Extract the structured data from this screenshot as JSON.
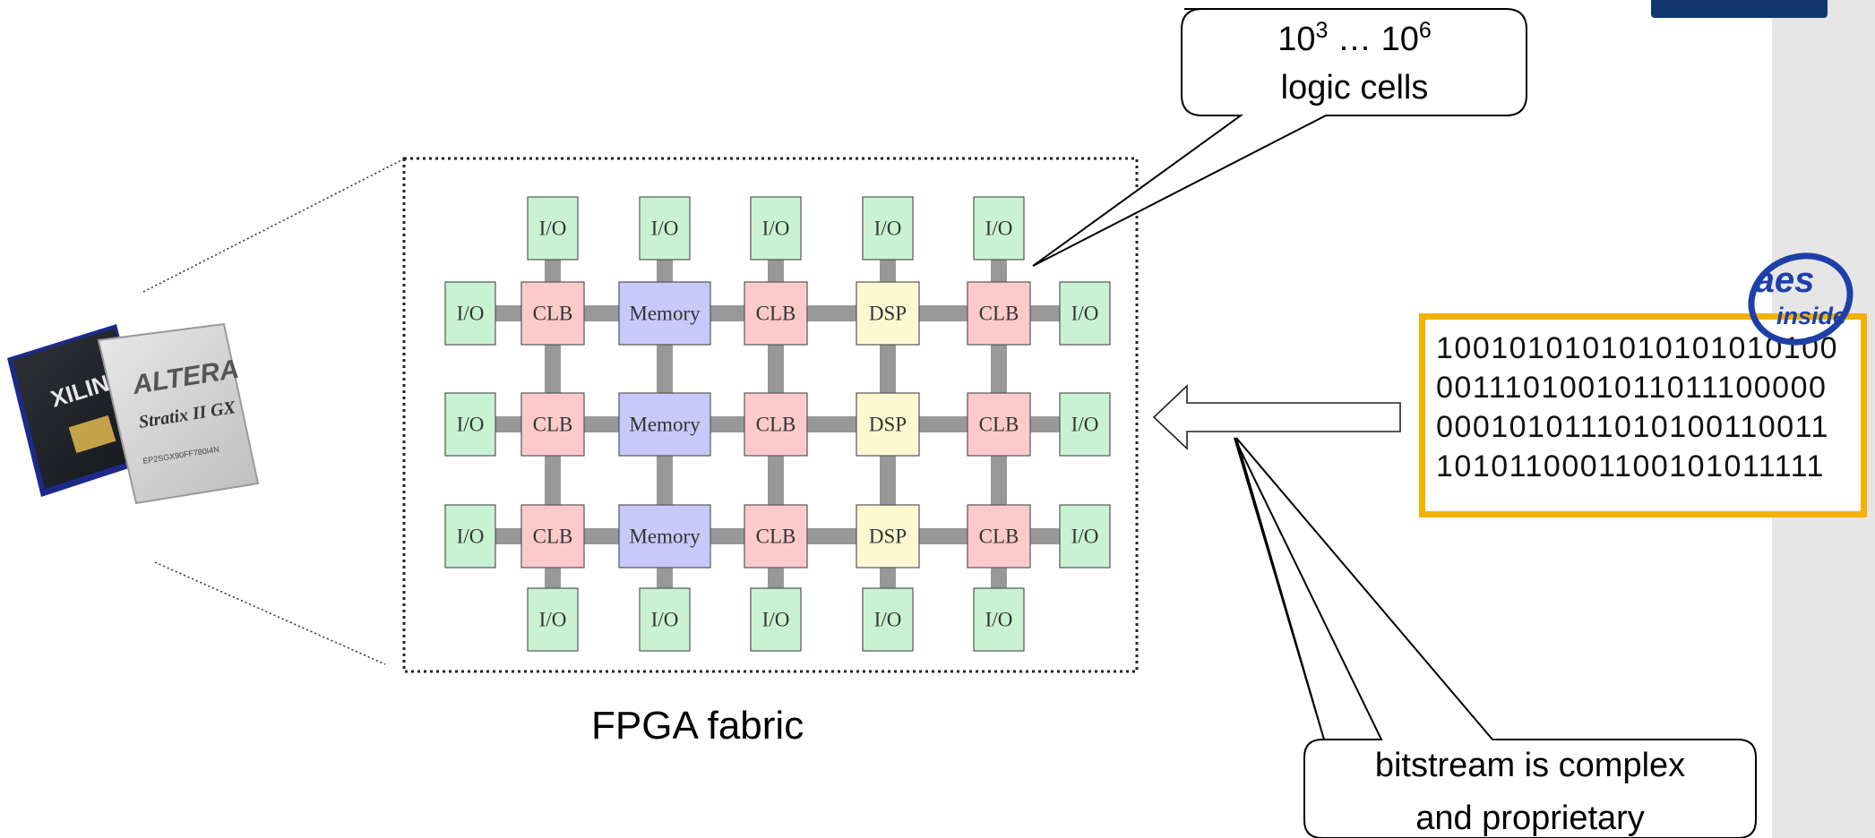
{
  "colors": {
    "io": "#c9f2d2",
    "clb": "#fdcaca",
    "memory": "#c8c8fa",
    "dsp": "#fdf8d2",
    "interconnect": "#989898",
    "bitstream_border": "#f3b100",
    "aes_logo": "#1f3fa8"
  },
  "fabric": {
    "io_label": "I/O",
    "clb_label": "CLB",
    "memory_label": "Memory",
    "dsp_label": "DSP",
    "caption": "FPGA fabric",
    "columns": [
      "CLB",
      "Memory",
      "CLB",
      "DSP",
      "CLB"
    ]
  },
  "chip_photo": {
    "xilinx_text": "XILINX",
    "altera_text": "ALTERA",
    "stratix_text": "Stratix II GX",
    "part_number": "EP2SGX90FF780I4N"
  },
  "callout_cells": {
    "base1": "10",
    "exp1": "3",
    "ellipsis": " … ",
    "base2": "10",
    "exp2": "6",
    "line2": "logic cells"
  },
  "callout_bitstream": {
    "line1": "bitstream is complex",
    "line2": "and proprietary"
  },
  "bitstream": {
    "lines": [
      "1001010101010101010100",
      "0011101001011011100000",
      "0001010111010100110011",
      "1010110001100101011111"
    ]
  },
  "aes_logo": {
    "top": "aes",
    "bottom": "inside"
  }
}
